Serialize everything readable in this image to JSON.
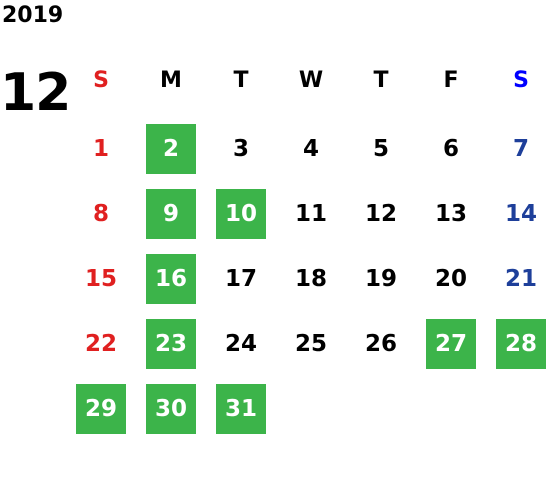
{
  "calendar": {
    "year": "2019",
    "month": "12",
    "weekdays": [
      "S",
      "M",
      "T",
      "W",
      "T",
      "F",
      "S"
    ],
    "start_weekday": 0,
    "days_in_month": 31,
    "highlighted_days": [
      2,
      9,
      10,
      16,
      23,
      27,
      28,
      29,
      30,
      31
    ],
    "colors": {
      "sunday": "#e02020",
      "saturday": "#1e3f9a",
      "saturday_header": "#0000ff",
      "weekday": "#000000",
      "highlight_bg": "#3cb44a",
      "highlight_text": "#ffffff"
    }
  }
}
